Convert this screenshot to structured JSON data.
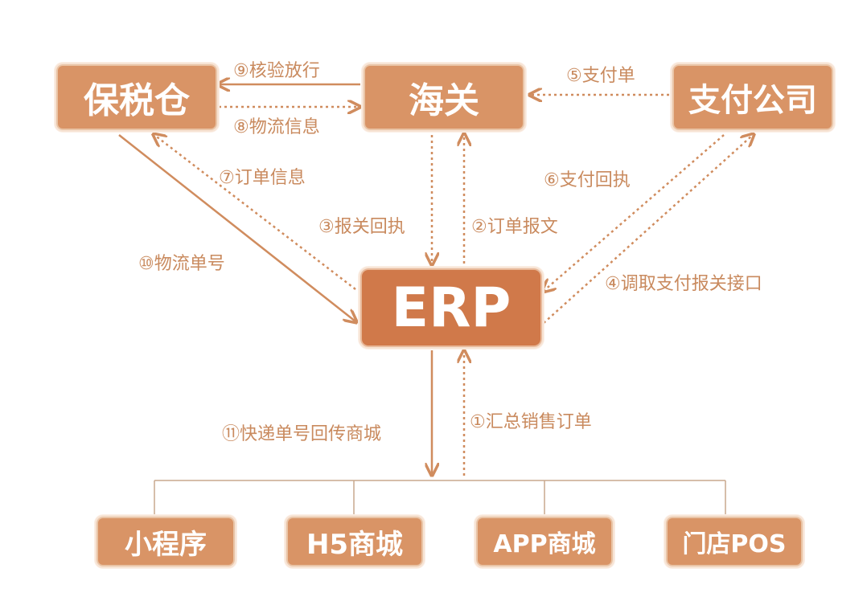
{
  "nodes": {
    "bonded_warehouse": "保税仓",
    "customs": "海关",
    "payment_company": "支付公司",
    "erp": "ERP",
    "mini_program": "小程序",
    "h5_mall": "H5商城",
    "app_mall": "APP商城",
    "store_pos": "门店POS"
  },
  "edges": {
    "e1": "①汇总销售订单",
    "e2": "②订单报文",
    "e3": "③报关回执",
    "e4": "④调取支付报关接口",
    "e5": "⑤支付单",
    "e6": "⑥支付回执",
    "e7": "⑦订单信息",
    "e8": "⑧物流信息",
    "e9": "⑨核验放行",
    "e10": "⑩物流单号",
    "e11": "⑪快递单号回传商城"
  },
  "colors": {
    "box": "#d99466",
    "erp": "#d0794a",
    "line": "#d08c5e",
    "label": "#c98a5e"
  }
}
